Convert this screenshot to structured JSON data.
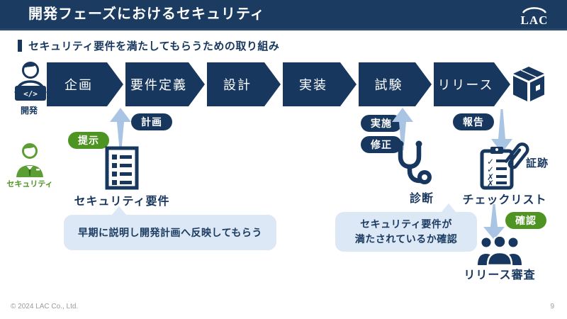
{
  "header": {
    "title": "開発フェーズにおけるセキュリティ",
    "logo_text": "LAC"
  },
  "subtitle": "セキュリティ要件を満たしてもらうための取り組み",
  "actors": {
    "developer": "開発",
    "security": "セキュリティ"
  },
  "flow_phases": [
    "企画",
    "要件定義",
    "設計",
    "実装",
    "試験",
    "リリース"
  ],
  "pills": {
    "plan": "計画",
    "present": "提示",
    "implement": "実施",
    "fix": "修正",
    "report": "報告",
    "confirm": "確認"
  },
  "labels": {
    "security_requirements": "セキュリティ要件",
    "diagnosis": "診断",
    "checklist": "チェックリスト",
    "evidence": "証跡",
    "release_review": "リリース審査"
  },
  "bubbles": {
    "left": "早期に説明し開発計画へ反映してもらう",
    "right_line1": "セキュリティ要件が",
    "right_line2": "満たされているか確認"
  },
  "icons": {
    "developer": "person-at-laptop-icon",
    "security_person": "green-suit-person-icon",
    "requirements": "document-list-icon",
    "diagnosis": "stethoscope-icon",
    "checklist": "clipboard-check-icon",
    "evidence": "paperclip-icon",
    "release_review": "people-group-icon",
    "release_output": "package-box-icon"
  },
  "colors": {
    "navy": "#17375E",
    "header_navy": "#1B3B60",
    "green": "#4E9422",
    "arrow_blue": "#A9C5E3",
    "bubble_blue": "#DCE8F6"
  },
  "footer": {
    "copyright": "© 2024 LAC Co., Ltd.",
    "page_number": "9"
  }
}
